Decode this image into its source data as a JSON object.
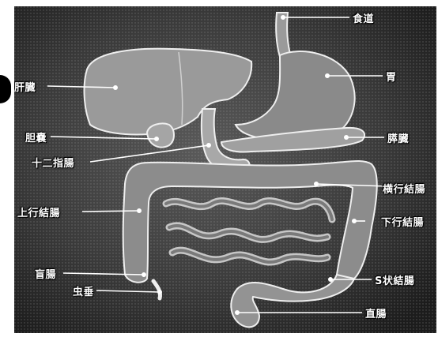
{
  "labels": {
    "esophagus": "食道",
    "stomach": "胃",
    "liver": "肝臓",
    "gallbladder": "胆嚢",
    "pancreas": "膵臓",
    "duodenum": "十二指腸",
    "transverse_colon": "横行結腸",
    "ascending_colon": "上行結腸",
    "descending_colon": "下行結腸",
    "cecum": "盲腸",
    "sigmoid_colon": "S状結腸",
    "appendix": "虫垂",
    "rectum": "直腸"
  },
  "colors": {
    "background_dark": "#2a2a2a",
    "organ_fill": "#8f8f8f",
    "outline": "#e8e8e8",
    "leader_line": "#ffffff"
  }
}
